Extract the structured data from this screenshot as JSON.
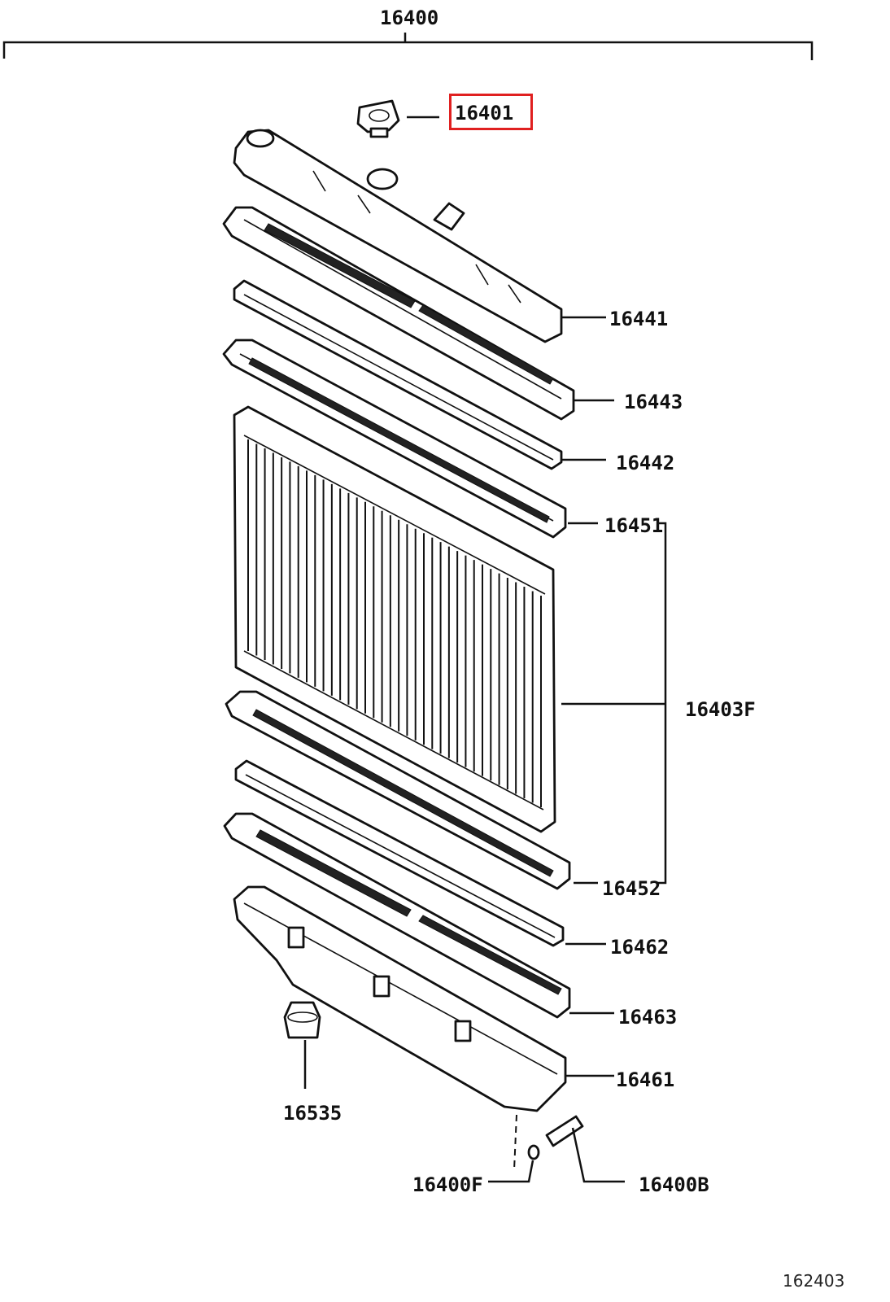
{
  "assembly_label": "16400",
  "highlight_color": "#e02020",
  "parts": [
    {
      "id": "16401",
      "name": "radiator-cap"
    },
    {
      "id": "16441",
      "name": "upper-tank"
    },
    {
      "id": "16443",
      "name": "upper-plate"
    },
    {
      "id": "16442",
      "name": "upper-gasket"
    },
    {
      "id": "16451",
      "name": "core-upper-end"
    },
    {
      "id": "16403F",
      "name": "radiator-core"
    },
    {
      "id": "16452",
      "name": "core-lower-end"
    },
    {
      "id": "16462",
      "name": "lower-gasket"
    },
    {
      "id": "16463",
      "name": "lower-plate"
    },
    {
      "id": "16461",
      "name": "lower-tank"
    },
    {
      "id": "16535",
      "name": "mount-cushion"
    },
    {
      "id": "16400F",
      "name": "drain-o-ring"
    },
    {
      "id": "16400B",
      "name": "drain-cock"
    }
  ],
  "highlighted_part": "16401",
  "figure_number": "162403"
}
